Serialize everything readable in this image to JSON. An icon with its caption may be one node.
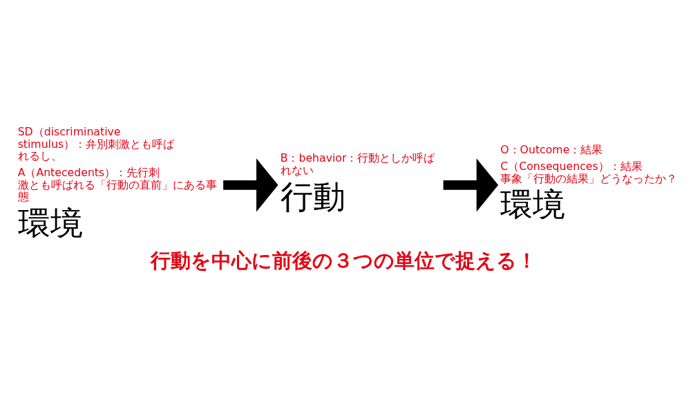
{
  "diagram": {
    "caption": "行動を中心に前後の３つの単位で捉える！",
    "nodes": [
      {
        "text": [
          "環境"
        ],
        "beside": [
          "SD（discriminative stimulus）：弁別刺激とも呼ばれるし、",
          "A（Antecedents）：先行刺激とも呼ばれる「行動の直前」にある事態"
        ]
      },
      {
        "text": [
          "行動"
        ],
        "beside": [
          "B：behavior：行動としか呼ばれない"
        ]
      },
      {
        "text": [
          "環境"
        ],
        "beside": [
          "O：Outcome：結果",
          "C（Consequences）：結果事象「行動の結果」どうなったか？"
        ]
      }
    ],
    "edges": [
      {
        "from": 0,
        "to": 1,
        "arrow": "to"
      },
      {
        "from": 1,
        "to": 2,
        "arrow": "to"
      }
    ]
  }
}
